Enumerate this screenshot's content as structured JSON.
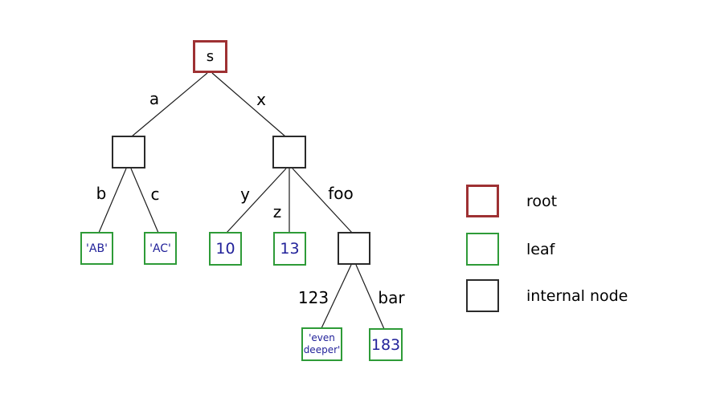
{
  "colors": {
    "root_border": "#9e3133",
    "leaf_border": "#2e9b38",
    "internal_border": "#2b2b2b",
    "value_text": "#22229a",
    "edge_line": "#1c1c1c",
    "label_text": "#000000",
    "background": "#ffffff"
  },
  "tree": {
    "nodes": [
      {
        "id": "root",
        "type": "root",
        "label": "s"
      },
      {
        "id": "internal-a",
        "type": "internal",
        "label": ""
      },
      {
        "id": "internal-x",
        "type": "internal",
        "label": ""
      },
      {
        "id": "internal-foo",
        "type": "internal",
        "label": ""
      },
      {
        "id": "leaf-ab",
        "type": "leaf",
        "label": "'AB'"
      },
      {
        "id": "leaf-ac",
        "type": "leaf",
        "label": "'AC'"
      },
      {
        "id": "leaf-10",
        "type": "leaf",
        "label": "10"
      },
      {
        "id": "leaf-13",
        "type": "leaf",
        "label": "13"
      },
      {
        "id": "leaf-even-deeper",
        "type": "leaf",
        "label_lines": [
          "'even",
          "deeper'"
        ]
      },
      {
        "id": "leaf-183",
        "type": "leaf",
        "label": "183"
      }
    ],
    "edge_labels": [
      {
        "edge": "s-to-internal-a",
        "label": "a"
      },
      {
        "edge": "s-to-internal-x",
        "label": "x"
      },
      {
        "edge": "internal-a-to-ab",
        "label": "b"
      },
      {
        "edge": "internal-a-to-ac",
        "label": "c"
      },
      {
        "edge": "internal-x-to-10",
        "label": "y"
      },
      {
        "edge": "internal-x-to-13",
        "label": "z"
      },
      {
        "edge": "internal-x-to-internal-foo",
        "label": "foo"
      },
      {
        "edge": "internal-foo-to-even-deeper",
        "label": "123"
      },
      {
        "edge": "internal-foo-to-183",
        "label": "bar"
      }
    ]
  },
  "legend": {
    "items": [
      {
        "type": "root",
        "label": "root"
      },
      {
        "type": "leaf",
        "label": "leaf"
      },
      {
        "type": "internal",
        "label": "internal node"
      }
    ]
  }
}
